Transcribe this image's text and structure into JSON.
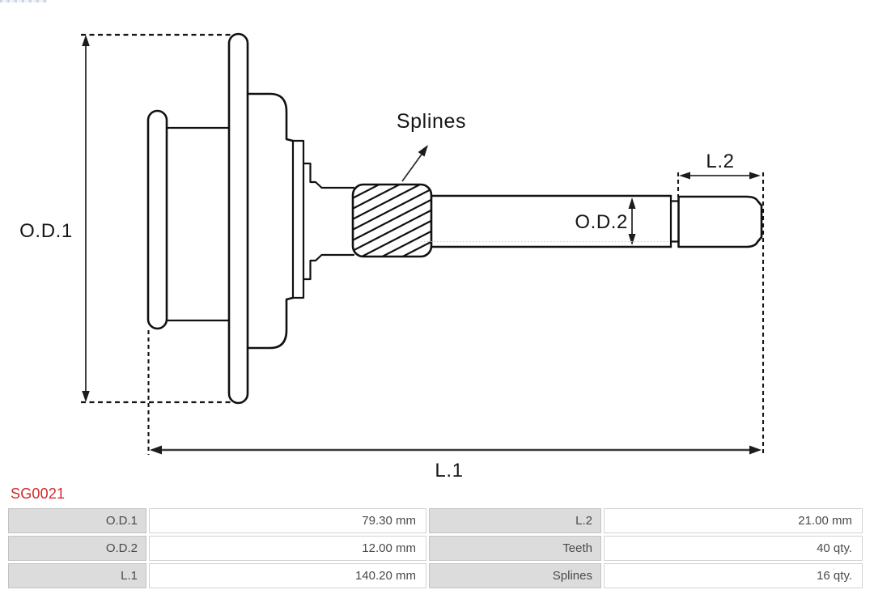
{
  "part_number": "SG0021",
  "colors": {
    "part_number_red": "#d02b2b",
    "drawing_line": "#111111",
    "table_label_bg": "#dcdcdc"
  },
  "drawing": {
    "labels": {
      "od1": "O.D.1",
      "od2": "O.D.2",
      "l1": "L.1",
      "l2": "L.2",
      "splines": "Splines"
    }
  },
  "spec_table": {
    "rows": [
      {
        "label_left": "O.D.1",
        "value_left": "79.30 mm",
        "label_right": "L.2",
        "value_right": "21.00 mm"
      },
      {
        "label_left": "O.D.2",
        "value_left": "12.00 mm",
        "label_right": "Teeth",
        "value_right": "40 qty."
      },
      {
        "label_left": "L.1",
        "value_left": "140.20 mm",
        "label_right": "Splines",
        "value_right": "16 qty."
      }
    ]
  }
}
